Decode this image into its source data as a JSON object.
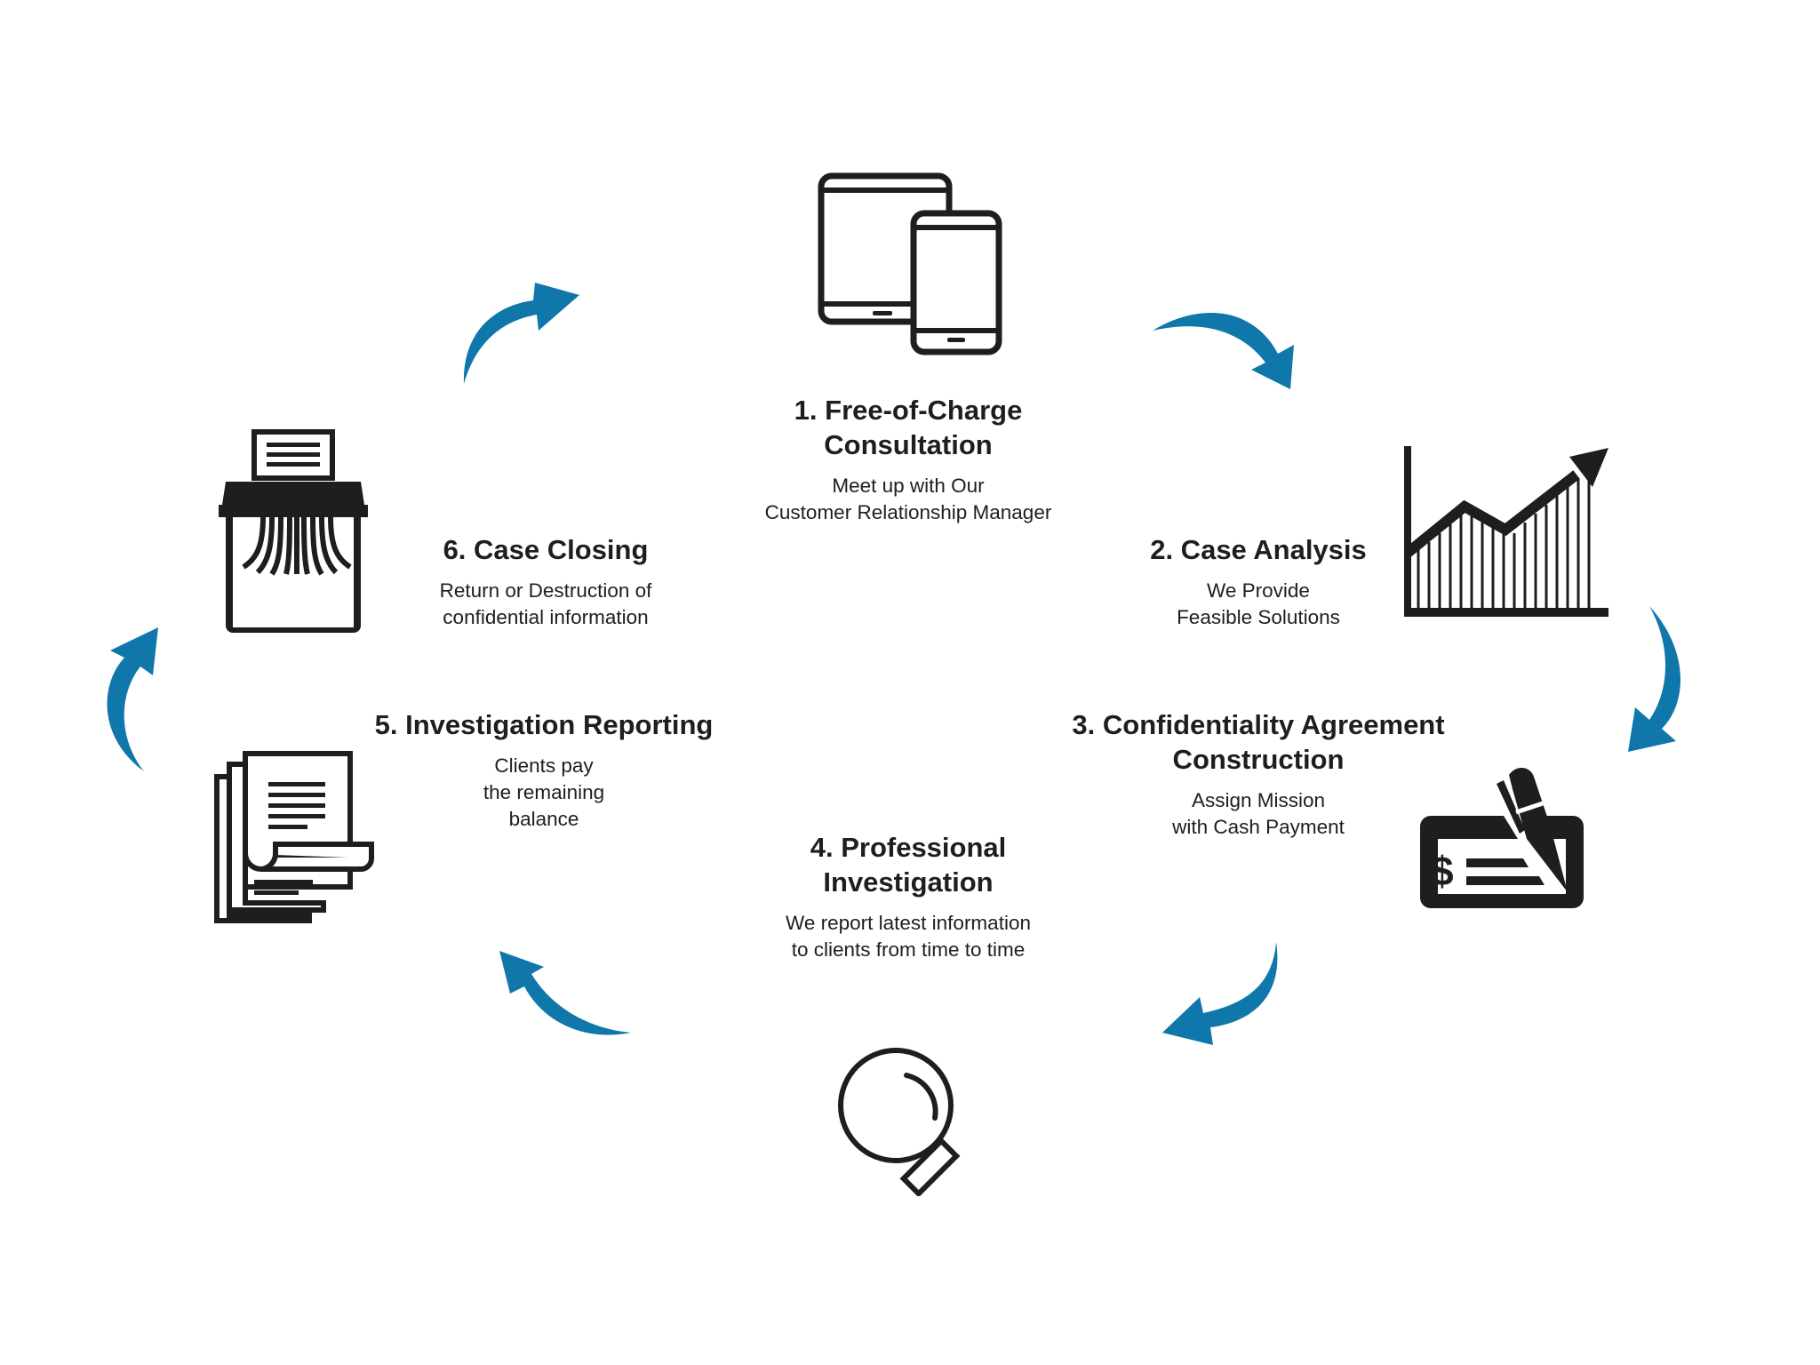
{
  "colors": {
    "arrow": "#0f77a9",
    "ink": "#1e1e1e",
    "background": "#ffffff"
  },
  "steps": [
    {
      "number": "1.",
      "title_lines": [
        "1. Free-of-Charge",
        "Consultation"
      ],
      "desc_lines": [
        "Meet up with Our",
        "Customer Relationship Manager"
      ],
      "icon": "tablet-phone-icon"
    },
    {
      "number": "2.",
      "title_lines": [
        "2. Case Analysis"
      ],
      "desc_lines": [
        "We Provide",
        "Feasible Solutions"
      ],
      "icon": "growth-chart-icon"
    },
    {
      "number": "3.",
      "title_lines": [
        "3. Confidentiality Agreement",
        "Construction"
      ],
      "desc_lines": [
        "Assign Mission",
        "with Cash Payment"
      ],
      "icon": "check-pen-icon"
    },
    {
      "number": "4.",
      "title_lines": [
        "4. Professional",
        "Investigation"
      ],
      "desc_lines": [
        "We report latest information",
        "to clients from time to time"
      ],
      "icon": "magnifier-icon"
    },
    {
      "number": "5.",
      "title_lines": [
        "5. Investigation Reporting"
      ],
      "desc_lines": [
        "Clients pay",
        "the remaining",
        "balance"
      ],
      "icon": "documents-icon"
    },
    {
      "number": "6.",
      "title_lines": [
        "6. Case Closing"
      ],
      "desc_lines": [
        "Return or Destruction of",
        "confidential information"
      ],
      "icon": "shredder-icon"
    }
  ],
  "arrows": [
    "arrow-1-to-2",
    "arrow-2-to-3",
    "arrow-3-to-4",
    "arrow-4-to-5",
    "arrow-5-to-6",
    "arrow-6-to-1"
  ]
}
